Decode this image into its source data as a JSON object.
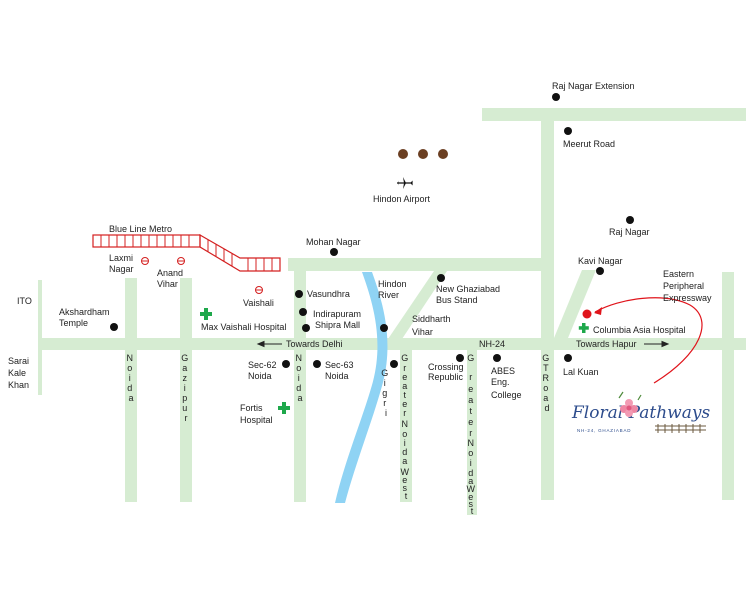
{
  "colors": {
    "road": "#d6ecd2",
    "river": "#8fd3f4",
    "metro": "#d42020",
    "marker": "#e0141b",
    "hospital": "#1ea84b",
    "dot": "#111111",
    "brown_dots": "#6b3f22",
    "brand_blue": "#2d4c8c"
  },
  "places": {
    "raj_nagar_extension": "Raj Nagar Extension",
    "meerut_road": "Meerut Road",
    "hindon_airport": "Hindon Airport",
    "raj_nagar": "Raj Nagar",
    "blue_line_metro": "Blue Line Metro",
    "mohan_nagar": "Mohan Nagar",
    "kavi_nagar": "Kavi Nagar",
    "eastern_peripheral": [
      "Eastern",
      "Peripheral",
      "Expressway"
    ],
    "laxmi_nagar": [
      "Laxmi",
      "Nagar"
    ],
    "anand_vihar": [
      "Anand",
      "Vihar"
    ],
    "vaishali": "Vaishali",
    "hindon_river": [
      "Hindon",
      "River"
    ],
    "new_ghaziabad_bus_stand": [
      "New Ghaziabad",
      "Bus Stand"
    ],
    "ito": "ITO",
    "akshardham_temple": [
      "Akshardham",
      "Temple"
    ],
    "vasundhra": "Vasundhra",
    "indirapuram": [
      "Indirapuram",
      "Shipra Mall"
    ],
    "siddharth_vihar": [
      "Siddharth",
      "Vihar"
    ],
    "max_vaishali_hospital": "Max Vaishali Hospital",
    "columbia_asia_hospital": "Columbia Asia Hospital",
    "towards_delhi": "Towards Delhi",
    "nh24": "NH-24",
    "towards_hapur": "Towards Hapur",
    "sarai_kale_khan": [
      "Sarai",
      "Kale",
      "Khan"
    ],
    "sec62": [
      "Sec-62",
      "Noida"
    ],
    "sec63": [
      "Sec-63",
      "Noida"
    ],
    "crossing_republic": [
      "Crossing",
      "Republic"
    ],
    "abes": [
      "ABES",
      "Eng.",
      "College"
    ],
    "lal_kuan": "Lal Kuan",
    "fortis_hospital": [
      "Fortis",
      "Hospital"
    ]
  },
  "roads": {
    "noida": [
      "N",
      "o",
      "i",
      "d",
      "a"
    ],
    "gazipur": [
      "G",
      "a",
      "z",
      "i",
      "p",
      "u",
      "r"
    ],
    "noida2": [
      "N",
      "o",
      "i",
      "d",
      "a"
    ],
    "gigri": [
      "G",
      "i",
      "g",
      "r",
      "i"
    ],
    "greater_noida_west_1": [
      "G",
      "r",
      "e",
      "a",
      "t",
      "e",
      "r",
      "N",
      "o",
      "i",
      "d",
      "a",
      "W",
      "e",
      "s",
      "t"
    ],
    "greater_noida_west_2": [
      "G",
      "r",
      "e",
      "a",
      "t",
      "e",
      "r",
      "N",
      "o",
      "i",
      "d",
      "a",
      "W",
      "e",
      "s",
      "t"
    ],
    "gt_road": [
      "G",
      "T",
      "R",
      "o",
      "a",
      "d"
    ]
  },
  "brand": {
    "name": "Floral Pathways",
    "tagline": "NH-24, GHAZIABAD"
  }
}
